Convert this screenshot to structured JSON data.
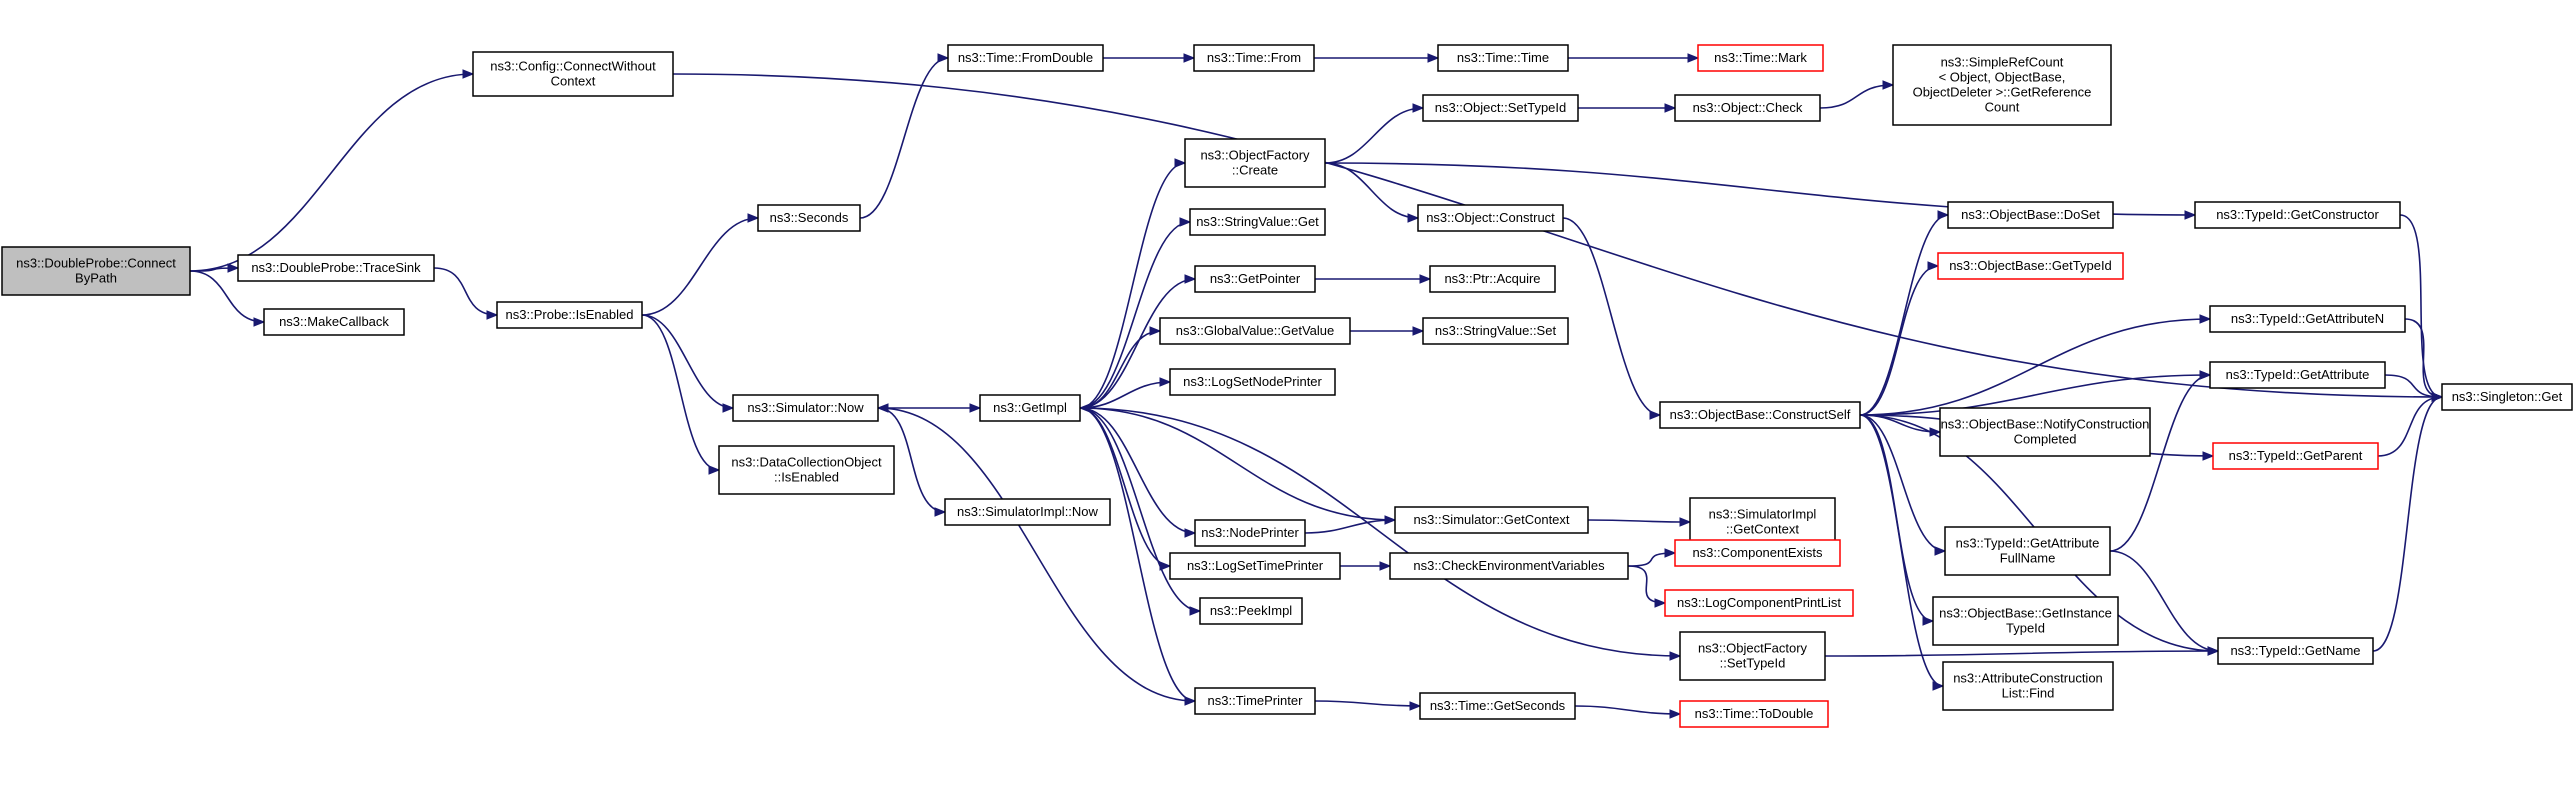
{
  "nodes": [
    {
      "id": "root",
      "lines": [
        "ns3::DoubleProbe::Connect",
        "ByPath"
      ],
      "variant": "root"
    },
    {
      "id": "connectWithout",
      "lines": [
        "ns3::Config::ConnectWithout",
        "Context"
      ]
    },
    {
      "id": "traceSink",
      "lines": [
        "ns3::DoubleProbe::TraceSink"
      ]
    },
    {
      "id": "makeCallback",
      "lines": [
        "ns3::MakeCallback"
      ]
    },
    {
      "id": "probeIsEnabled",
      "lines": [
        "ns3::Probe::IsEnabled"
      ]
    },
    {
      "id": "seconds",
      "lines": [
        "ns3::Seconds"
      ]
    },
    {
      "id": "simNow",
      "lines": [
        "ns3::Simulator::Now"
      ]
    },
    {
      "id": "dcoIsEnabled",
      "lines": [
        "ns3::DataCollectionObject",
        "::IsEnabled"
      ]
    },
    {
      "id": "fromDouble",
      "lines": [
        "ns3::Time::FromDouble"
      ]
    },
    {
      "id": "getImpl",
      "lines": [
        "ns3::GetImpl"
      ]
    },
    {
      "id": "simImplNow",
      "lines": [
        "ns3::SimulatorImpl::Now"
      ]
    },
    {
      "id": "timeFrom",
      "lines": [
        "ns3::Time::From"
      ]
    },
    {
      "id": "ofCreate",
      "lines": [
        "ns3::ObjectFactory",
        "::Create"
      ]
    },
    {
      "id": "strValGet",
      "lines": [
        "ns3::StringValue::Get"
      ]
    },
    {
      "id": "getPointer",
      "lines": [
        "ns3::GetPointer"
      ]
    },
    {
      "id": "globalGetValue",
      "lines": [
        "ns3::GlobalValue::GetValue"
      ]
    },
    {
      "id": "logSetNodePrinter",
      "lines": [
        "ns3::LogSetNodePrinter"
      ]
    },
    {
      "id": "nodePrinter",
      "lines": [
        "ns3::NodePrinter"
      ]
    },
    {
      "id": "logSetTimePrinter",
      "lines": [
        "ns3::LogSetTimePrinter"
      ]
    },
    {
      "id": "peekImpl",
      "lines": [
        "ns3::PeekImpl"
      ]
    },
    {
      "id": "timePrinter",
      "lines": [
        "ns3::TimePrinter"
      ]
    },
    {
      "id": "timeTime",
      "lines": [
        "ns3::Time::Time"
      ]
    },
    {
      "id": "objSetTypeId",
      "lines": [
        "ns3::Object::SetTypeId"
      ]
    },
    {
      "id": "objConstruct",
      "lines": [
        "ns3::Object::Construct"
      ]
    },
    {
      "id": "ptrAcquire",
      "lines": [
        "ns3::Ptr::Acquire"
      ]
    },
    {
      "id": "strValSet",
      "lines": [
        "ns3::StringValue::Set"
      ]
    },
    {
      "id": "simGetContext",
      "lines": [
        "ns3::Simulator::GetContext"
      ]
    },
    {
      "id": "checkEnv",
      "lines": [
        "ns3::CheckEnvironmentVariables"
      ]
    },
    {
      "id": "getSeconds",
      "lines": [
        "ns3::Time::GetSeconds"
      ]
    },
    {
      "id": "timeMark",
      "lines": [
        "ns3::Time::Mark"
      ],
      "variant": "red"
    },
    {
      "id": "objCheck",
      "lines": [
        "ns3::Object::Check"
      ]
    },
    {
      "id": "obConstructSelf",
      "lines": [
        "ns3::ObjectBase::ConstructSelf"
      ]
    },
    {
      "id": "simImplGetContext",
      "lines": [
        "ns3::SimulatorImpl",
        "::GetContext"
      ]
    },
    {
      "id": "componentExists",
      "lines": [
        "ns3::ComponentExists"
      ],
      "variant": "red"
    },
    {
      "id": "logComponentPrintList",
      "lines": [
        "ns3::LogComponentPrintList"
      ],
      "variant": "red"
    },
    {
      "id": "ofSetTypeId",
      "lines": [
        "ns3::ObjectFactory",
        "::SetTypeId"
      ]
    },
    {
      "id": "toDouble",
      "lines": [
        "ns3::Time::ToDouble"
      ],
      "variant": "red"
    },
    {
      "id": "simpleRefCount",
      "lines": [
        "ns3::SimpleRefCount",
        "< Object, ObjectBase,",
        "ObjectDeleter >::GetReference",
        "Count"
      ]
    },
    {
      "id": "obDoSet",
      "lines": [
        "ns3::ObjectBase::DoSet"
      ]
    },
    {
      "id": "obGetTypeId",
      "lines": [
        "ns3::ObjectBase::GetTypeId"
      ],
      "variant": "red"
    },
    {
      "id": "obNotify",
      "lines": [
        "ns3::ObjectBase::NotifyConstruction",
        "Completed"
      ]
    },
    {
      "id": "getAttrFullName",
      "lines": [
        "ns3::TypeId::GetAttribute",
        "FullName"
      ]
    },
    {
      "id": "obGetInstance",
      "lines": [
        "ns3::ObjectBase::GetInstance",
        "TypeId"
      ]
    },
    {
      "id": "acListFind",
      "lines": [
        "ns3::AttributeConstruction",
        "List::Find"
      ]
    },
    {
      "id": "getConstructor",
      "lines": [
        "ns3::TypeId::GetConstructor"
      ]
    },
    {
      "id": "getAttributeN",
      "lines": [
        "ns3::TypeId::GetAttributeN"
      ]
    },
    {
      "id": "getAttribute",
      "lines": [
        "ns3::TypeId::GetAttribute"
      ]
    },
    {
      "id": "getParent",
      "lines": [
        "ns3::TypeId::GetParent"
      ],
      "variant": "red"
    },
    {
      "id": "getName",
      "lines": [
        "ns3::TypeId::GetName"
      ]
    },
    {
      "id": "singletonGet",
      "lines": [
        "ns3::Singleton::Get"
      ]
    }
  ],
  "edges": [
    [
      "root",
      "connectWithout"
    ],
    [
      "root",
      "traceSink"
    ],
    [
      "root",
      "makeCallback"
    ],
    [
      "connectWithout",
      "singletonGet"
    ],
    [
      "traceSink",
      "probeIsEnabled"
    ],
    [
      "probeIsEnabled",
      "seconds"
    ],
    [
      "probeIsEnabled",
      "simNow"
    ],
    [
      "probeIsEnabled",
      "dcoIsEnabled"
    ],
    [
      "seconds",
      "fromDouble"
    ],
    [
      "simNow",
      "getImpl"
    ],
    [
      "simNow",
      "simImplNow"
    ],
    [
      "fromDouble",
      "timeFrom"
    ],
    [
      "timeFrom",
      "timeTime"
    ],
    [
      "timeTime",
      "timeMark"
    ],
    [
      "getImpl",
      "ofCreate"
    ],
    [
      "getImpl",
      "strValGet"
    ],
    [
      "getImpl",
      "getPointer"
    ],
    [
      "getImpl",
      "globalGetValue"
    ],
    [
      "getImpl",
      "logSetNodePrinter"
    ],
    [
      "getImpl",
      "nodePrinter"
    ],
    [
      "getImpl",
      "logSetTimePrinter"
    ],
    [
      "getImpl",
      "peekImpl"
    ],
    [
      "getImpl",
      "timePrinter"
    ],
    [
      "getImpl",
      "ofSetTypeId"
    ],
    [
      "ofCreate",
      "objSetTypeId"
    ],
    [
      "ofCreate",
      "objConstruct"
    ],
    [
      "ofCreate",
      "getConstructor"
    ],
    [
      "objSetTypeId",
      "objCheck"
    ],
    [
      "objCheck",
      "simpleRefCount"
    ],
    [
      "objConstruct",
      "obConstructSelf"
    ],
    [
      "getPointer",
      "ptrAcquire"
    ],
    [
      "globalGetValue",
      "strValSet"
    ],
    [
      "nodePrinter",
      "simGetContext"
    ],
    [
      "simGetContext",
      "getImpl"
    ],
    [
      "simGetContext",
      "simImplGetContext"
    ],
    [
      "logSetTimePrinter",
      "checkEnv"
    ],
    [
      "checkEnv",
      "componentExists"
    ],
    [
      "checkEnv",
      "logComponentPrintList"
    ],
    [
      "timePrinter",
      "simNow"
    ],
    [
      "timePrinter",
      "getSeconds"
    ],
    [
      "getSeconds",
      "toDouble"
    ],
    [
      "obConstructSelf",
      "obDoSet"
    ],
    [
      "obConstructSelf",
      "obGetTypeId"
    ],
    [
      "obConstructSelf",
      "getAttributeN"
    ],
    [
      "obConstructSelf",
      "getAttribute"
    ],
    [
      "obConstructSelf",
      "obNotify"
    ],
    [
      "obConstructSelf",
      "getParent"
    ],
    [
      "obConstructSelf",
      "getAttrFullName"
    ],
    [
      "obConstructSelf",
      "obGetInstance"
    ],
    [
      "obConstructSelf",
      "acListFind"
    ],
    [
      "obConstructSelf",
      "getName"
    ],
    [
      "getAttrFullName",
      "getAttribute"
    ],
    [
      "getAttrFullName",
      "getName"
    ],
    [
      "ofSetTypeId",
      "getName"
    ],
    [
      "getConstructor",
      "singletonGet"
    ],
    [
      "getAttributeN",
      "singletonGet"
    ],
    [
      "getAttribute",
      "singletonGet"
    ],
    [
      "getParent",
      "singletonGet"
    ],
    [
      "getName",
      "singletonGet"
    ]
  ]
}
